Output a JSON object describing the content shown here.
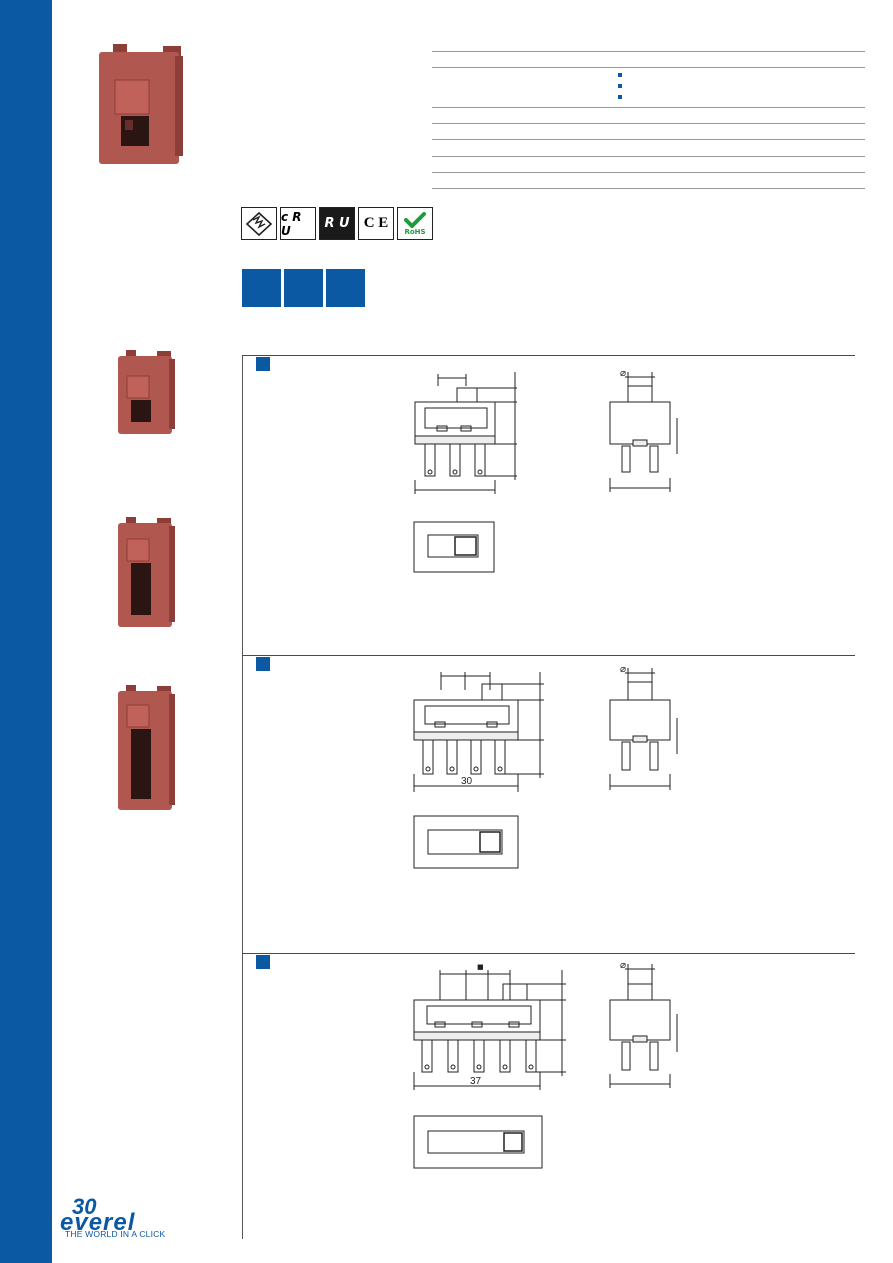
{
  "brand": {
    "name": "everel",
    "anniversary": "30",
    "tagline": "THE WORLD IN A CLICK",
    "color": "#0b58a3"
  },
  "certifications": [
    "enec-icon",
    "cru-icon",
    "ur-icon",
    "ce-icon",
    "rohs-icon"
  ],
  "cert_labels": {
    "cru": "c R U",
    "ur": "R U",
    "ce": "C E",
    "rohs": "RoHS"
  },
  "drawings": {
    "section2_width": "30",
    "section3_width": "37",
    "section3_marker": "■",
    "diameter_symbol": "⌀"
  },
  "colors": {
    "switch_body": "#a8514a",
    "accent": "#0b58a3"
  }
}
